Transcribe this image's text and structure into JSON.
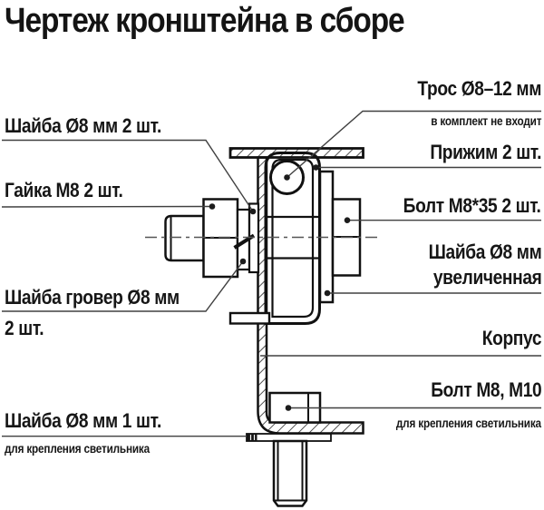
{
  "title": "Чертеж кронштейна в сборе",
  "colors": {
    "ink": "#161616",
    "leader": "#404040",
    "background": "#ffffff"
  },
  "labels": {
    "left": [
      {
        "text": "Шайба Ø8 мм 2 шт."
      },
      {
        "text": "Гайка М8 2 шт."
      },
      {
        "line1": "Шайба гровер Ø8 мм",
        "line2": "2 шт."
      },
      {
        "text": "Шайба Ø8 мм 1 шт.",
        "note": "для крепления светильника"
      }
    ],
    "right": [
      {
        "text": "Трос Ø8–12 мм",
        "note": "в комплект не входит"
      },
      {
        "text": "Прижим 2 шт."
      },
      {
        "text": "Болт М8*35 2 шт."
      },
      {
        "line1": "Шайба Ø8 мм",
        "line2": "увеличенная"
      },
      {
        "text": "Корпус"
      },
      {
        "text": "Болт М8, М10",
        "note": "для крепления светильника"
      }
    ]
  }
}
